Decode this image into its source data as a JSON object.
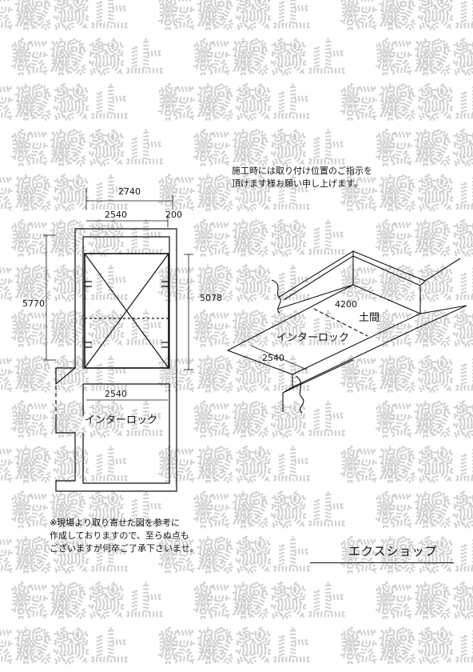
{
  "watermark": {
    "text": "転載禁止"
  },
  "notes": {
    "install": "施工時には取り付け位置のご指示を\n頂けます様お願い申し上げます。",
    "disclaimer": "※現場より取り寄せた図を参考に\n作成しておりますので、至らぬ点も\nございますが何卒ご了承下さいませ。"
  },
  "shop": {
    "name": "エクスショップ"
  },
  "plan": {
    "dim_total_width": "2740",
    "dim_inner_width": "2540",
    "dim_side": "200",
    "dim_height": "5770",
    "dim_carport_depth": "5078",
    "dim_lower_width": "2540",
    "label_interlock": "インターロック"
  },
  "perspective": {
    "dim_length": "4200",
    "dim_width": "2540",
    "label_doma": "土間",
    "label_interlock": "インターロック"
  }
}
